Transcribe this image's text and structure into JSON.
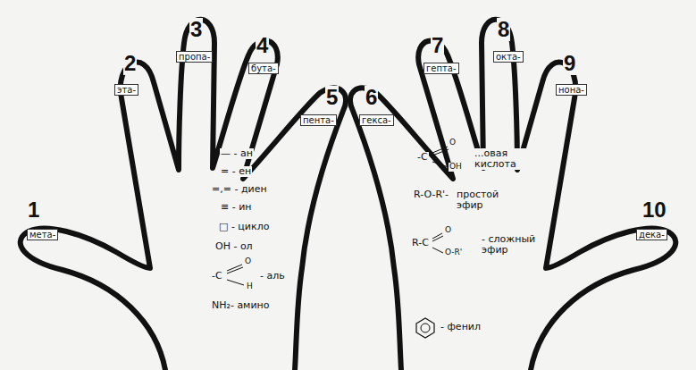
{
  "diagram": {
    "labels": [
      "1",
      "мета-",
      "2",
      "эта-",
      "3",
      "пропа-",
      "4",
      "бута-",
      "5",
      "пента-",
      "6",
      "гекса-",
      "7",
      "гепта-",
      "8",
      "окта-",
      "9",
      "нона-",
      "10",
      "дека-",
      "— - ан",
      "= - ен",
      "=,= - диен",
      "≡ - ин",
      "□ - цикло",
      "OH - ол",
      "O",
      "-C",
      "H",
      "- аль",
      "NH₂- амино",
      "O",
      "-C",
      "OH",
      "...овая кислота",
      "R-O-R'-",
      "простой эфир",
      "R-C",
      "O",
      "O-R'",
      "- сложный эфир",
      "- фенил"
    ]
  }
}
